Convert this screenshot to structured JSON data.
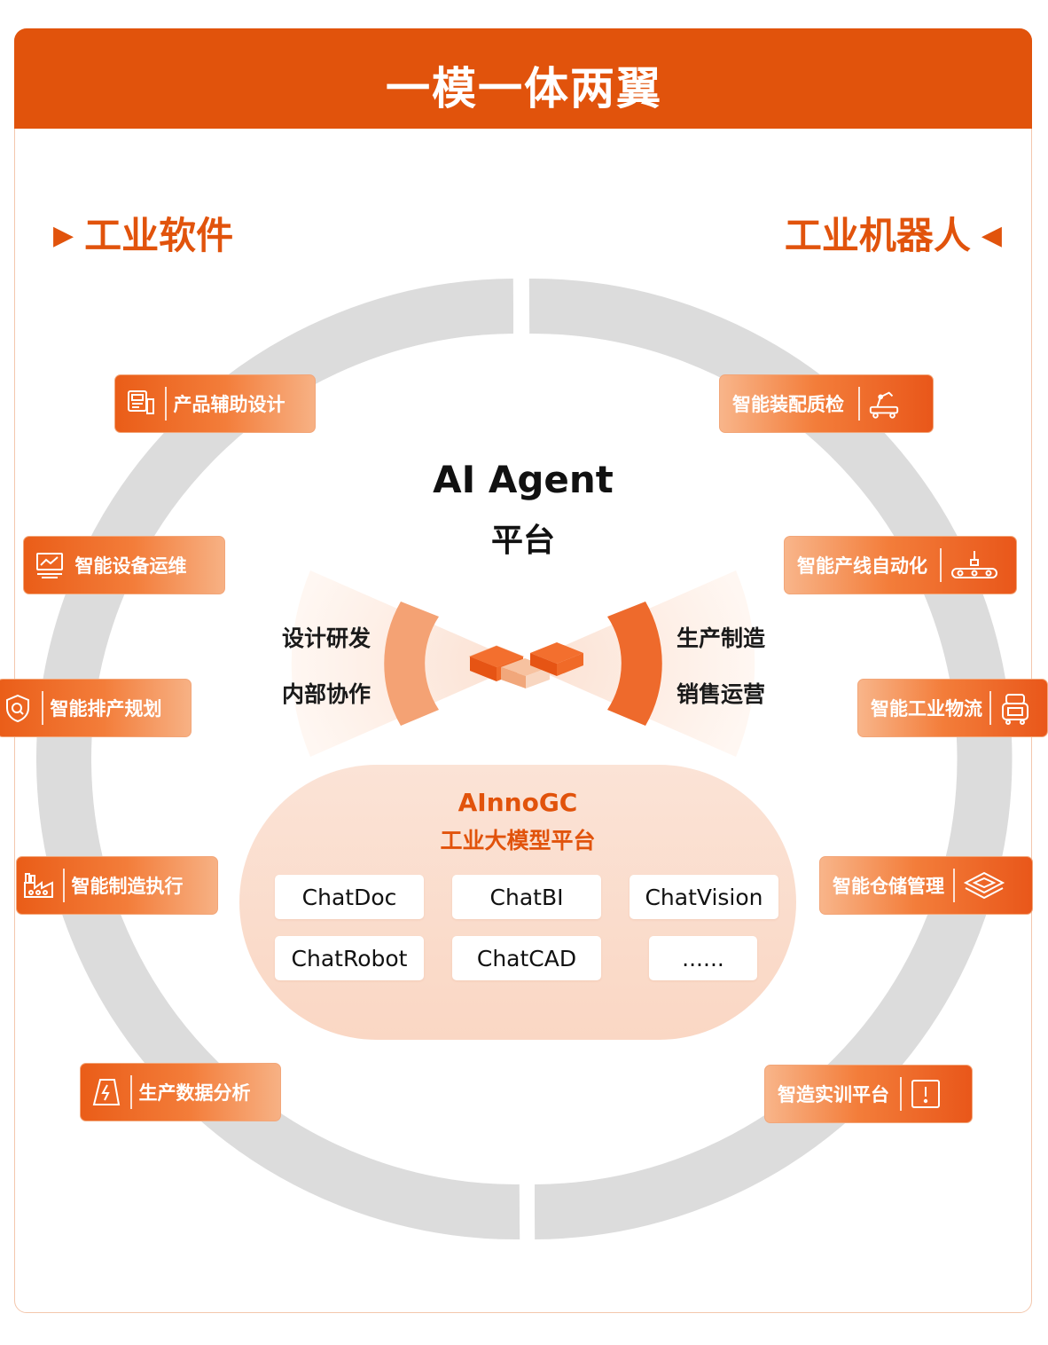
{
  "banner": {
    "title": "一模一体两翼"
  },
  "wings": {
    "left": "工业软件",
    "right": "工业机器人"
  },
  "center": {
    "title_line1": "AI Agent",
    "title_line2": "平台"
  },
  "bowtie": {
    "left": [
      "设计研发",
      "内部协作"
    ],
    "right": [
      "生产制造",
      "销售运营"
    ]
  },
  "model": {
    "title": "AInnoGC",
    "subtitle": "工业大模型平台",
    "chips": [
      "ChatDoc",
      "ChatBI",
      "ChatVision",
      "ChatRobot",
      "ChatCAD",
      "......"
    ]
  },
  "left_tags": [
    {
      "label": "产品辅助设计",
      "icon": "design-panel-icon"
    },
    {
      "label": "智能设备运维",
      "icon": "monitor-chart-icon"
    },
    {
      "label": "智能排产规划",
      "icon": "shield-search-icon"
    },
    {
      "label": "智能制造执行",
      "icon": "factory-icon"
    },
    {
      "label": "生产数据分析",
      "icon": "lightning-doc-icon"
    }
  ],
  "right_tags": [
    {
      "label": "智能装配质检",
      "icon": "robot-arm-icon"
    },
    {
      "label": "智能产线自动化",
      "icon": "conveyor-icon"
    },
    {
      "label": "智能工业物流",
      "icon": "agv-robot-icon"
    },
    {
      "label": "智能仓储管理",
      "icon": "chip-stack-icon"
    },
    {
      "label": "智造实训平台",
      "icon": "alert-panel-icon"
    }
  ],
  "colors": {
    "accent": "#e1530c",
    "ring": "#dcdcdc",
    "pill": "#fadccb"
  }
}
